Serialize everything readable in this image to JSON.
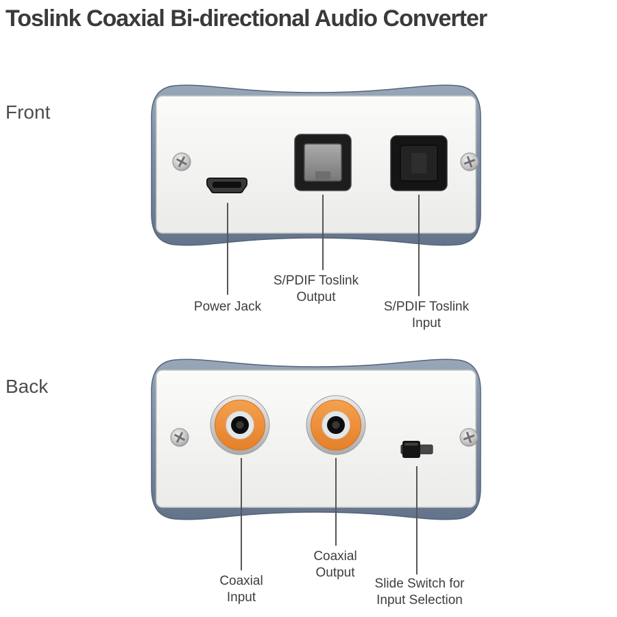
{
  "title": "Toslink Coaxial Bi-directional Audio Converter",
  "front": {
    "section_label": "Front",
    "labels": {
      "power_jack": "Power Jack",
      "toslink_output": "S/PDIF Toslink\nOutput",
      "toslink_input": "S/PDIF Toslink\nInput"
    }
  },
  "back": {
    "section_label": "Back",
    "labels": {
      "coaxial_input": "Coaxial\nInput",
      "coaxial_output": "Coaxial\nOutput",
      "slide_switch": "Slide Switch for\nInput Selection"
    }
  },
  "colors": {
    "shell_blue_gray": "#7c8ca0",
    "face_plate": "#f5f5f3",
    "rca_orange": "#ee8c35",
    "port_black": "#1b1b1b",
    "text": "#3d3d3d",
    "callout_line": "#555555"
  }
}
